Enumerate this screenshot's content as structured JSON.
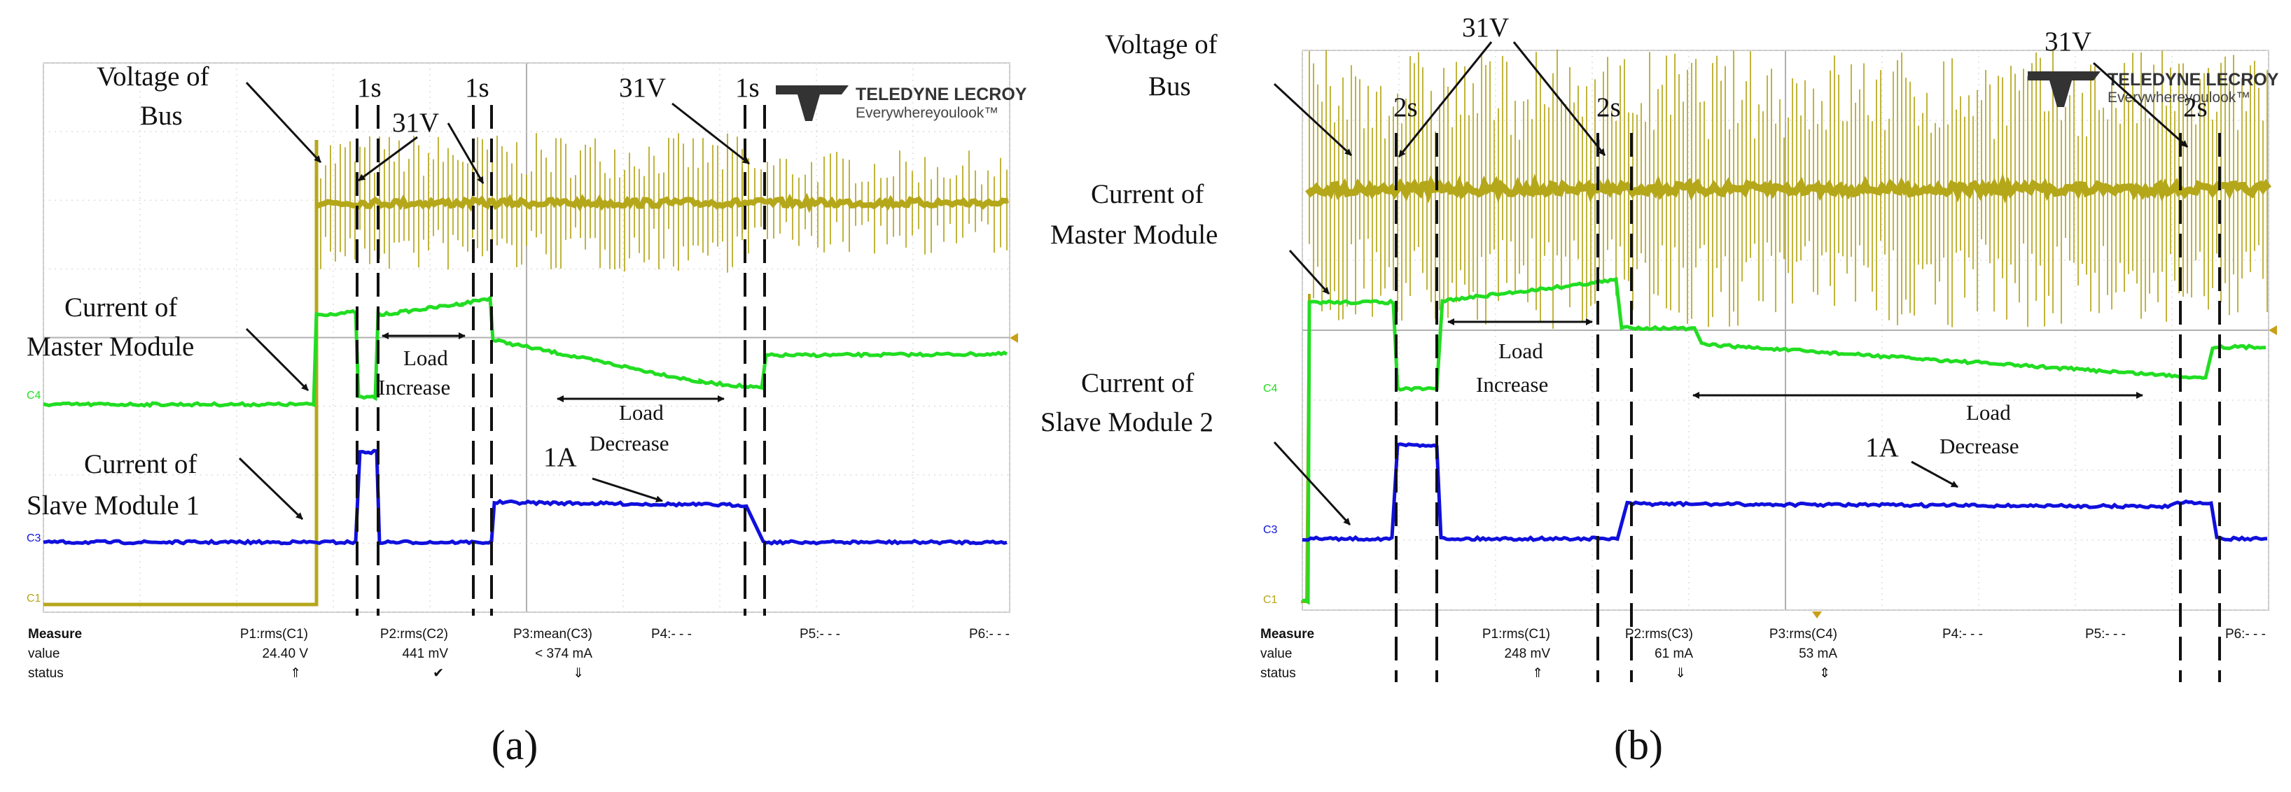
{
  "chart_data": [
    {
      "type": "line",
      "panel_label": "(a)",
      "brand": {
        "name": "TELEDYNE LECROY",
        "tagline": "Everywhereyoulook™"
      },
      "channel_markers": [
        "C4",
        "C3",
        "C1"
      ],
      "colors": {
        "bus": "#b5a71a",
        "master": "#22dd22",
        "slave": "#1010dd"
      },
      "annotations": {
        "bus": [
          "Voltage of",
          "Bus"
        ],
        "master": [
          "Current of",
          "Master Module"
        ],
        "slave": [
          "Current of",
          "Slave Module 1"
        ],
        "t1": "1s",
        "t2": "1s",
        "t3": "1s",
        "v1": "31V",
        "v2": "31V",
        "inc": [
          "Load",
          "Increase"
        ],
        "dec": [
          "Load",
          "Decrease"
        ],
        "amp": "1A"
      },
      "measure": {
        "header": "Measure",
        "row_value": "value",
        "row_status": "status",
        "p1": "P1:rms(C1)",
        "p1_value": "24.40 V",
        "p1_status": "⇑",
        "p2": "P2:rms(C2)",
        "p2_value": "441 mV",
        "p2_status": "✔",
        "p3": "P3:mean(C3)",
        "p3_value": "< 374 mA",
        "p3_status": "⇓",
        "p4": "P4:- - -",
        "p5": "P5:- - -",
        "p6": "P6:- - -"
      }
    },
    {
      "type": "line",
      "panel_label": "(b)",
      "brand": {
        "name": "TELEDYNE LECROY",
        "tagline": "Everywhereyoulook™"
      },
      "channel_markers": [
        "C4",
        "C3",
        "C1"
      ],
      "colors": {
        "bus": "#b5a71a",
        "master": "#22dd22",
        "slave": "#1010dd"
      },
      "annotations": {
        "bus": [
          "Voltage of",
          "Bus"
        ],
        "master": [
          "Current of",
          "Master Module"
        ],
        "slave": [
          "Current of",
          "Slave Module 2"
        ],
        "t1": "2s",
        "t2": "2s",
        "t3": "2s",
        "v1": "31V",
        "v2": "31V",
        "inc": [
          "Load",
          "Increase"
        ],
        "dec": [
          "Load",
          "Decrease"
        ],
        "amp": "1A"
      },
      "measure": {
        "header": "Measure",
        "row_value": "value",
        "row_status": "status",
        "p1": "P1:rms(C1)",
        "p1_value": "248 mV",
        "p1_status": "⇑",
        "p2": "P2:rms(C3)",
        "p2_value": "61 mA",
        "p2_status": "⇓",
        "p3": "P3:rms(C4)",
        "p3_value": "53 mA",
        "p3_status": "⇕",
        "p4": "P4:- - -",
        "p5": "P5:- - -",
        "p6": "P6:- - -"
      }
    }
  ]
}
